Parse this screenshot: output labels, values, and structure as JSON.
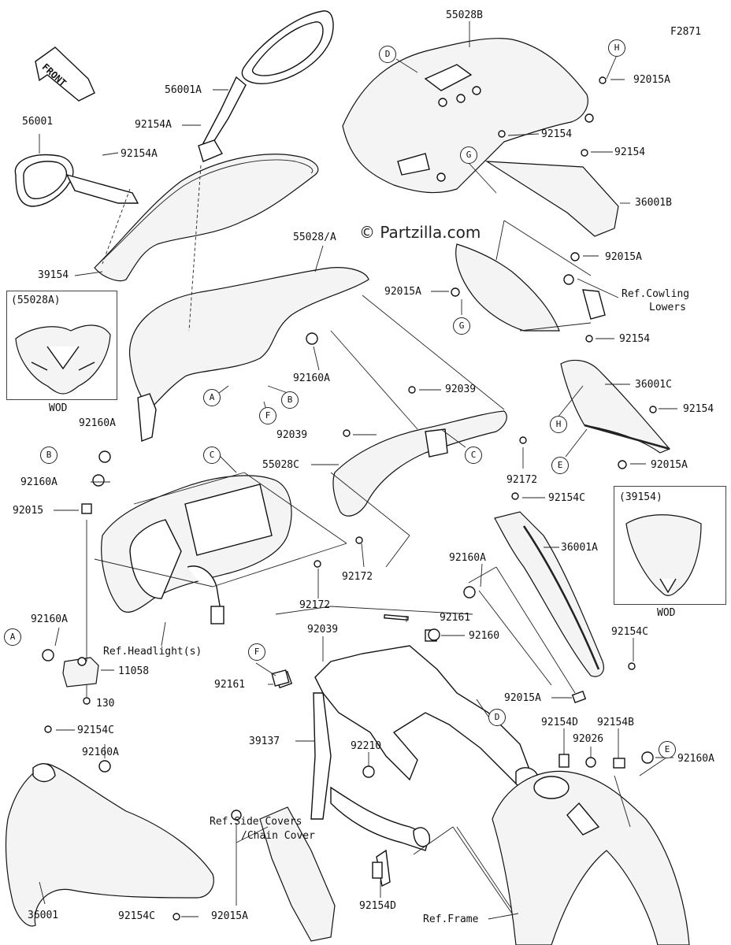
{
  "diagram": {
    "figure_code": "F2871",
    "watermark": "© Partzilla.com",
    "front_label": "FRONT",
    "parts": {
      "p55028B": "55028B",
      "p56001A": "56001A",
      "p56001": "56001",
      "p92154A_1": "92154A",
      "p92154A_2": "92154A",
      "p92015A_1": "92015A",
      "p92154_1": "92154",
      "p92154_2": "92154",
      "p36001B": "36001B",
      "p55028_A": "55028/A",
      "p39154": "39154",
      "p92015A_2": "92015A",
      "p92015A_3": "92015A",
      "p92154_3": "92154",
      "p36001C": "36001C",
      "p92154_4": "92154",
      "p92015A_4": "92015A",
      "p92160A_1": "92160A",
      "p92039_1": "92039",
      "p92039_2": "92039",
      "p55028C": "55028C",
      "p92172_1": "92172",
      "p92160A_2": "92160A",
      "p92160A_3": "92160A",
      "p92015": "92015",
      "p92154C_1": "92154C",
      "p36001A": "36001A",
      "p92172_2": "92172",
      "p92172_3": "92172",
      "p92160A_4": "92160A",
      "p92160A_5": "92160A",
      "p92161_1": "92161",
      "p92039_3": "92039",
      "p92160": "92160",
      "p92154C_2": "92154C",
      "p11058": "11058",
      "p130": "130",
      "p92161_2": "92161",
      "p92015A_5": "92015A",
      "p92154C_3": "92154C",
      "p92154D_1": "92154D",
      "p92154B": "92154B",
      "p92026": "92026",
      "p92160A_6": "92160A",
      "p92160A_7": "92160A",
      "p39137": "39137",
      "p92210": "92210",
      "p36001": "36001",
      "p92154C_4": "92154C",
      "p92015A_6": "92015A",
      "p92154D_2": "92154D"
    },
    "refs": {
      "cowling_lowers_1": "Ref.Cowling",
      "cowling_lowers_2": "Lowers",
      "headlights": "Ref.Headlight(s)",
      "side_covers_1": "Ref.Side Covers",
      "side_covers_2": "/Chain Cover",
      "frame": "Ref.Frame"
    },
    "callouts": {
      "D_top": "D",
      "H_top": "H",
      "G_top": "G",
      "G_bot": "G",
      "A_1": "A",
      "B_1": "B",
      "F_1": "F",
      "H_mid": "H",
      "E_mid": "E",
      "B_2": "B",
      "C_1": "C",
      "C_2": "C",
      "A_2": "A",
      "F_2": "F",
      "D_2": "D",
      "E_2": "E"
    },
    "inset_boxes": {
      "box1_title": "(55028A)",
      "box1_note": "WOD",
      "box2_title": "(39154)",
      "box2_note": "WOD"
    }
  }
}
